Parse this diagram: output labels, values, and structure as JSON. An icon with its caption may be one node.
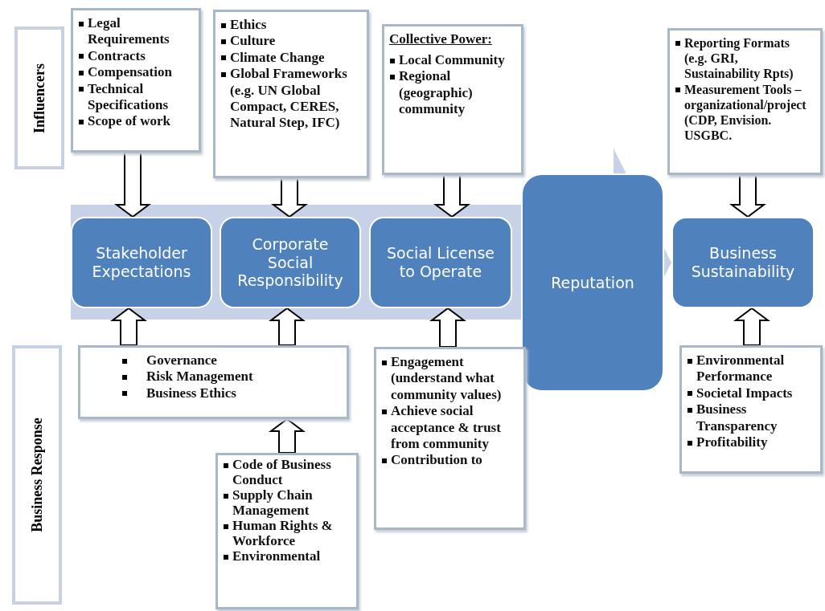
{
  "diagram": {
    "nodes": [
      {
        "text": [
          "Influencers"
        ]
      },
      {
        "text": [
          "Legal Requirements",
          "Contracts",
          "Compensation",
          "Technical Specifications",
          "Scope of work"
        ]
      },
      {
        "text": [
          "Ethics",
          "Culture",
          "Climate Change",
          "Global Frameworks (e.g. UN Global Compact, CERES, Natural Step, IFC)"
        ]
      },
      {
        "text": [
          "Collective Power:",
          "Local Community",
          "Regional (geographic) community"
        ]
      },
      {
        "text": [
          "Reporting Formats (e.g. GRI, Sustainability Rpts)",
          "Measurement Tools – organizational/project (CDP, Envision. USGBC."
        ]
      },
      {
        "text": [
          "Stakeholder Expectations"
        ]
      },
      {
        "text": [
          "Corporate Social Responsibility"
        ]
      },
      {
        "text": [
          "Social License to Operate"
        ]
      },
      {
        "text": [
          "Reputation"
        ]
      },
      {
        "text": [
          "Business Sustainability"
        ]
      },
      {
        "text": [
          "Business Response"
        ]
      },
      {
        "text": [
          "Governance",
          "Risk Management",
          "Business Ethics"
        ]
      },
      {
        "text": [
          "Code of Business Conduct",
          "Supply Chain Management",
          "Human Rights & Workforce",
          "Environmental"
        ]
      },
      {
        "text": [
          "Engagement (understand what community values)",
          "Achieve social acceptance & trust from community",
          "Contribution to"
        ]
      },
      {
        "text": [
          "Environmental Performance",
          "Societal Impacts",
          "Business Transparency",
          "Profitability"
        ]
      }
    ],
    "edges": [
      {
        "from": 1,
        "to": 5,
        "arrow": "to"
      },
      {
        "from": 2,
        "to": 6,
        "arrow": "to"
      },
      {
        "from": 3,
        "to": 7,
        "arrow": "to"
      },
      {
        "from": 4,
        "to": 9,
        "arrow": "to"
      },
      {
        "from": 11,
        "to": 5,
        "arrow": "to"
      },
      {
        "from": 11,
        "to": 6,
        "arrow": "to"
      },
      {
        "from": 12,
        "to": 11,
        "arrow": "to"
      },
      {
        "from": 13,
        "to": 7,
        "arrow": "to"
      },
      {
        "from": 14,
        "to": 9,
        "arrow": "to"
      },
      {
        "from": 5,
        "to": 9,
        "arrow": "to",
        "style": "thick",
        "color": "#c7d1e7"
      }
    ]
  }
}
